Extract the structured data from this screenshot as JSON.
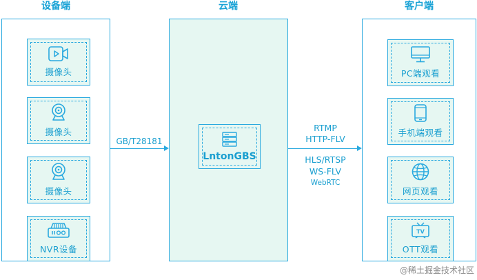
{
  "columns": {
    "devices": "设备端",
    "cloud": "云端",
    "clients": "客户端"
  },
  "devices": [
    {
      "label": "摄像头",
      "icon": "video-camera-icon"
    },
    {
      "label": "摄像头",
      "icon": "webcam-icon"
    },
    {
      "label": "摄像头",
      "icon": "webcam-icon"
    },
    {
      "label": "NVR设备",
      "icon": "nvr-icon"
    }
  ],
  "server": {
    "label": "LntonGBS",
    "icon": "server-icon"
  },
  "clients": [
    {
      "label": "PC端观看",
      "icon": "monitor-icon"
    },
    {
      "label": "手机端观看",
      "icon": "mobile-phone-icon"
    },
    {
      "label": "网页观看",
      "icon": "globe-icon"
    },
    {
      "label": "OTT观看",
      "icon": "tv-icon",
      "tv_badge": "TV"
    }
  ],
  "protocols": {
    "inbound": "GB/T28181",
    "outbound_top": [
      "RTMP",
      "HTTP-FLV"
    ],
    "outbound_bottom": [
      "HLS/RTSP",
      "WS-FLV",
      "WebRTC"
    ]
  },
  "watermark": "@稀土掘金技术社区",
  "colors": {
    "accent": "#29a9df",
    "card_fill": "#e6f7f2",
    "text": "#1a9fd0"
  }
}
